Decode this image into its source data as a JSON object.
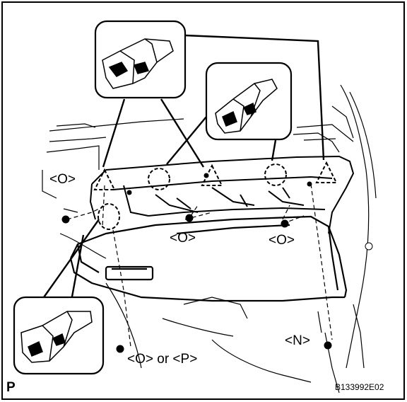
{
  "figure": {
    "labels": {
      "clip_o_left": "<O>",
      "clip_o_center": "<O>",
      "clip_o_right": "<O>",
      "clip_n": "<N>",
      "clip_o_or_p": "<O> or <P>",
      "view_letter": "P",
      "figure_code": "B133992E02"
    },
    "colors": {
      "ink": "#000000",
      "paper": "#ffffff"
    },
    "icons": [
      "claw-clip-icon",
      "clip-icon",
      "screw-icon"
    ]
  }
}
